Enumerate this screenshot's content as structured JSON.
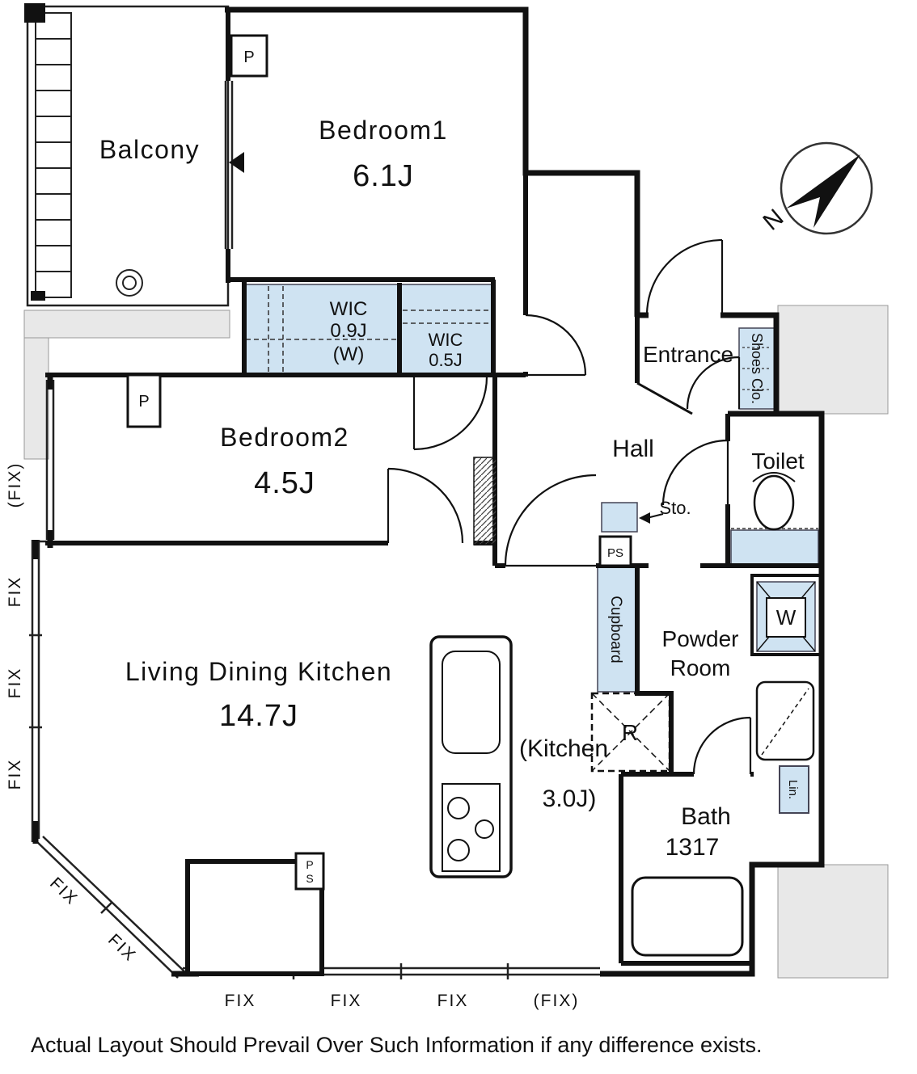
{
  "colors": {
    "wall": "#1a1a1a",
    "closet_fill": "#cfe3f2",
    "outside_fill": "#e8e8e8"
  },
  "compass": {
    "north_label": "N"
  },
  "rooms": {
    "balcony": {
      "name": "Balcony"
    },
    "bedroom1": {
      "name": "Bedroom1",
      "size": "6.1J"
    },
    "bedroom2": {
      "name": "Bedroom2",
      "size": "4.5J"
    },
    "wic1": {
      "name": "WIC",
      "size": "0.9J",
      "note": "(W)"
    },
    "wic2": {
      "name": "WIC",
      "size": "0.5J"
    },
    "entrance": {
      "name": "Entrance"
    },
    "shoes_closet": {
      "name": "Shoes Clo."
    },
    "hall": {
      "name": "Hall"
    },
    "toilet": {
      "name": "Toilet"
    },
    "storage": {
      "name": "Sto."
    },
    "pipe_space_hall": {
      "name": "PS"
    },
    "cupboard": {
      "name": "Cupboard"
    },
    "powder_room": {
      "name_line1": "Powder",
      "name_line2": "Room"
    },
    "washer": {
      "name": "W"
    },
    "ldk": {
      "name": "Living Dining Kitchen",
      "size": "14.7J"
    },
    "kitchen": {
      "name_line1": "(Kitchen",
      "size_line2": "3.0J)"
    },
    "refrigerator": {
      "name": "R"
    },
    "bath": {
      "name": "Bath",
      "size": "1317"
    },
    "linen": {
      "name": "Lin."
    },
    "pipe_top": {
      "name": "P"
    },
    "pipe_left": {
      "name": "P"
    },
    "pipe_space_bottom": {
      "p": "P",
      "s": "S"
    }
  },
  "windows": {
    "left": [
      "(FIX)",
      "FIX",
      "FIX",
      "FIX"
    ],
    "diagonal": [
      "FIX",
      "FIX"
    ],
    "bottom": [
      "FIX",
      "FIX",
      "FIX",
      "(FIX)"
    ]
  },
  "footer": {
    "disclaimer": "Actual Layout Should Prevail Over Such Information if any difference exists."
  }
}
